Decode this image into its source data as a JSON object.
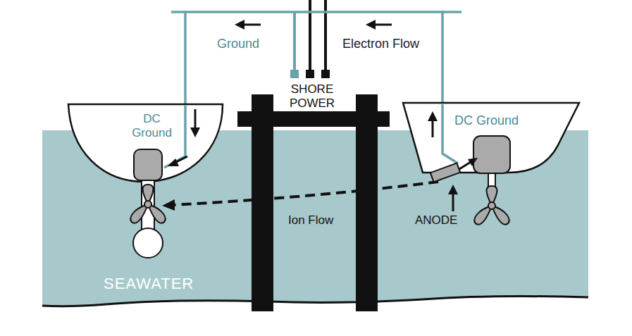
{
  "diagram": {
    "nodes": [
      {
        "text": [
          "DC Ground"
        ]
      },
      {
        "text": [
          "DC Ground"
        ]
      }
    ],
    "edges": [
      {
        "from": 1,
        "to": 0,
        "arrow": "none"
      }
    ],
    "labels": [
      "Ground",
      "Electron Flow",
      "SHORE POWER",
      "Ion Flow",
      "ANODE",
      "SEAWATER"
    ]
  }
}
